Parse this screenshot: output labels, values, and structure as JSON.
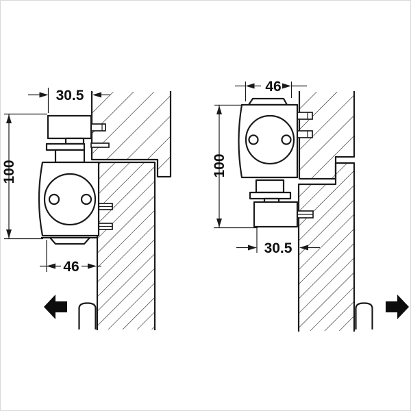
{
  "drawing": {
    "title": "door-closer-mounting-dimensions",
    "left_figure": {
      "width_top": "30.5",
      "height_side": "100",
      "width_bottom": "46",
      "swing_direction": "left"
    },
    "right_figure": {
      "width_top": "46",
      "height_side": "100",
      "width_bottom": "30.5",
      "swing_direction": "right"
    },
    "colors": {
      "line": "#1a1a1a",
      "background": "#ffffff",
      "border": "#d9d9d9"
    }
  }
}
